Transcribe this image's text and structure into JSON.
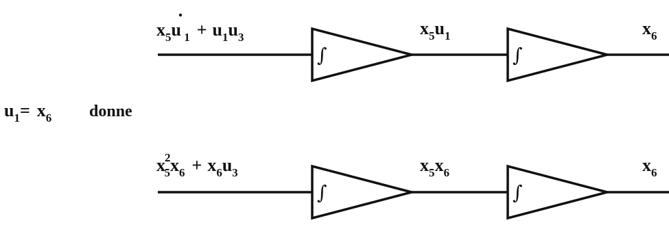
{
  "row1": {
    "input": {
      "x": "x",
      "x_sub": "5",
      "u": "u",
      "u_sub": " 1",
      "plus": "+",
      "u1": "u",
      "u1_sub": "1",
      "u3": "u",
      "u3_sub": "3"
    },
    "middle": {
      "x": "x",
      "x_sub": "5",
      "u": "u",
      "u_sub": "1"
    },
    "output": {
      "x": "x",
      "x_sub": "6"
    }
  },
  "condition": {
    "u": "u",
    "u_sub": "1",
    "eq": "=",
    "x": "x",
    "x_sub": "6",
    "word": "donne"
  },
  "row2": {
    "input": {
      "x": "x",
      "x_sup": "2",
      "x_sub": "5",
      "x6": "x",
      "x6_sub": "6",
      "plus": "+",
      "x6b": "x",
      "x6b_sub": "6",
      "u3": "u",
      "u3_sub": "3"
    },
    "middle": {
      "x": "x",
      "x_sub": "5",
      "x6": "x",
      "x6_sub": "6"
    },
    "output": {
      "x": "x",
      "x_sub": "6"
    }
  },
  "integrator_symbol": "∫"
}
